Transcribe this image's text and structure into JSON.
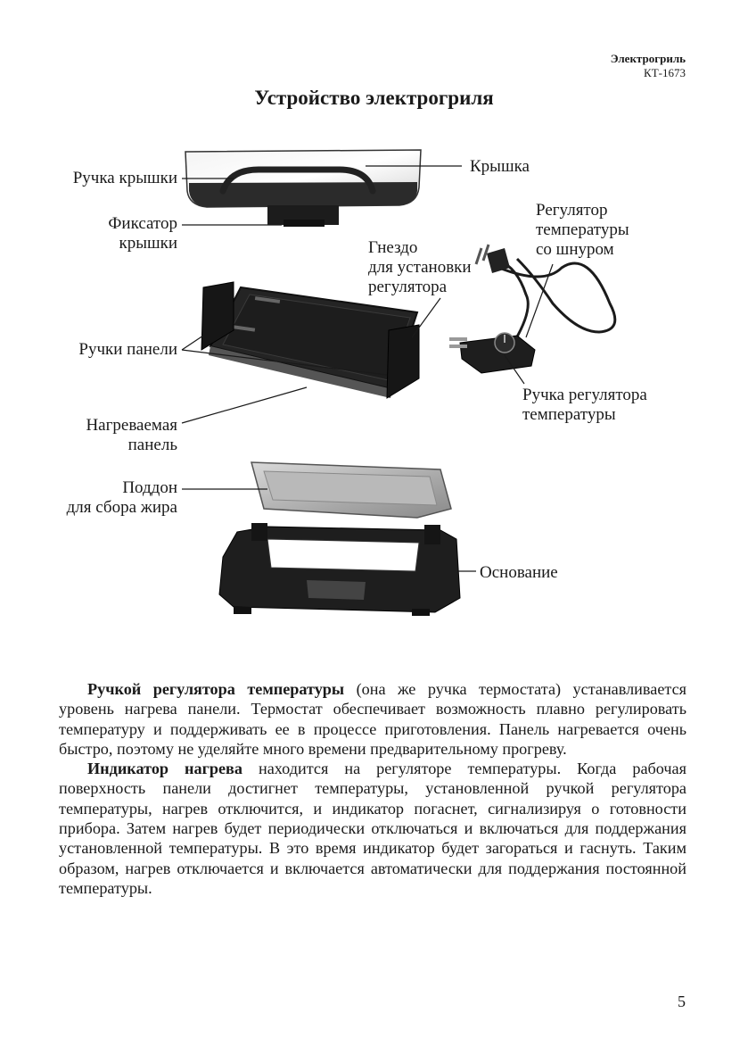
{
  "header": {
    "brand": "Электрогриль",
    "model": "КТ-1673"
  },
  "title": "Устройство электрогриля",
  "labels": {
    "lid_handle": "Ручка крышки",
    "lid": "Крышка",
    "lid_lock_1": "Фиксатор",
    "lid_lock_2": "крышки",
    "regulator_1": "Регулятор",
    "regulator_2": "температуры",
    "regulator_3": "со шнуром",
    "socket_1": "Гнездо",
    "socket_2": "для установки",
    "socket_3": "регулятора",
    "panel_handles": "Ручки панели",
    "reg_knob_1": "Ручка регулятора",
    "reg_knob_2": "температуры",
    "heated_panel_1": "Нагреваемая",
    "heated_panel_2": "панель",
    "tray_1": "Поддон",
    "tray_2": "для сбора жира",
    "base": "Основание"
  },
  "paragraphs": [
    {
      "bold": "Ручкой регулятора температуры",
      "text": " (она же ручка термостата) устанавливается уровень нагрева панели. Термостат обеспечивает возможность плавно регулировать температуру и поддерживать ее в процессе приготовления. Панель нагревается очень быстро, поэтому не уделяйте много времени предварительному прогреву."
    },
    {
      "bold": "Индикатор нагрева",
      "text": " находится на регуляторе температуры. Когда рабочая поверхность панели достигнет температуры, установленной ручкой регулятора температуры, нагрев отключится, и индикатор погаснет, сигнализируя о готовности прибора. Затем нагрев будет периодически отключаться и включаться для поддержания установленной температуры. В это время индикатор будет загораться и гаснуть. Таким образом, нагрев отключается и включается автоматически для поддержания постоянной температуры."
    }
  ],
  "page_number": "5"
}
